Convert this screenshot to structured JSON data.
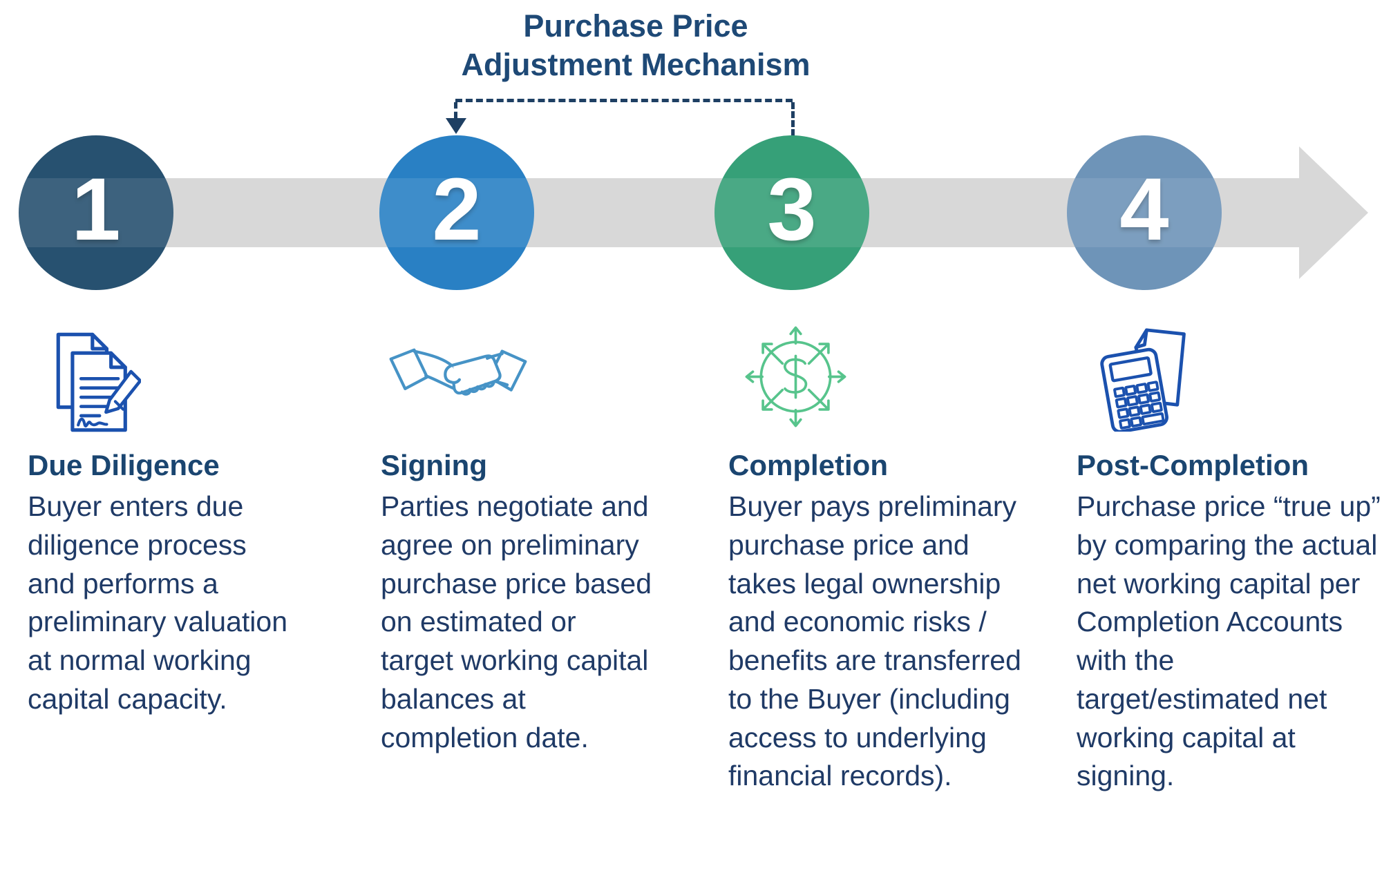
{
  "title": {
    "line1": "Purchase Price",
    "line2": "Adjustment Mechanism"
  },
  "colors": {
    "title_text": "#1e4976",
    "heading_text": "#1a4570",
    "body_text": "#1f3a66",
    "timeline_bar": "#d8d8d8",
    "connector_dash": "#1e3f63",
    "step1_circle": "#275170",
    "step2_circle": "#2980c4",
    "step3_circle": "#36a078",
    "step4_circle": "#6e94b8",
    "icon_blue": "#1b51ae",
    "icon_teal_blue": "#4693c6",
    "icon_green": "#57c48c"
  },
  "steps": [
    {
      "number": "1",
      "circle_color": "#275170",
      "icon": "signed-document-icon",
      "heading": "Due Diligence",
      "body": "Buyer enters due diligence process and performs a preliminary valuation at normal working capital capacity."
    },
    {
      "number": "2",
      "circle_color": "#2980c4",
      "icon": "handshake-icon",
      "heading": "Signing",
      "body": "Parties negotiate and agree on preliminary purchase price based on estimated or target working capital balances at completion date."
    },
    {
      "number": "3",
      "circle_color": "#36a078",
      "icon": "dollar-distribution-icon",
      "heading": "Completion",
      "body": "Buyer pays preliminary purchase price and takes legal ownership and economic risks / benefits are transferred to the Buyer (including access to underlying financial records)."
    },
    {
      "number": "4",
      "circle_color": "#6e94b8",
      "icon": "calculator-paper-icon",
      "heading": "Post-Completion",
      "body": "Purchase price “true up” by comparing the actual net working capital per Completion Accounts with the target/estimated net working capital at signing."
    }
  ]
}
